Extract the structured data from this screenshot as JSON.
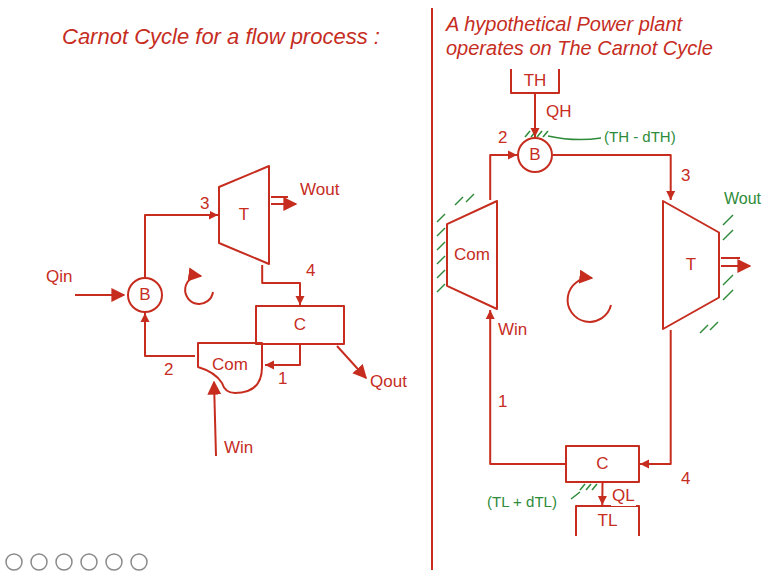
{
  "diagram": {
    "title": "Carnot Cycle for a flow process :",
    "nodes": [
      {
        "text": [
          "B"
        ]
      },
      {
        "text": [
          "T"
        ]
      },
      {
        "text": [
          "C"
        ]
      },
      {
        "text": [
          "Com"
        ]
      },
      {
        "text": [
          "TH"
        ]
      },
      {
        "text": [
          "B"
        ]
      },
      {
        "text": [
          "T"
        ]
      },
      {
        "text": [
          "C"
        ]
      },
      {
        "text": [
          "Com"
        ]
      },
      {
        "text": [
          "TL"
        ]
      }
    ],
    "edges": [
      {
        "from": 0,
        "to": 1,
        "arrow": "to",
        "label": "3"
      },
      {
        "from": 1,
        "to": 2,
        "arrow": "to",
        "label": "4"
      },
      {
        "from": 2,
        "to": 3,
        "arrow": "to",
        "label": "1"
      },
      {
        "from": 3,
        "to": 0,
        "arrow": "to",
        "label": "2"
      },
      {
        "from": 4,
        "to": 5,
        "arrow": "to",
        "label": "QH"
      },
      {
        "from": 5,
        "to": 6,
        "arrow": "to",
        "label": "3"
      },
      {
        "from": 6,
        "to": 7,
        "arrow": "to",
        "label": "4"
      },
      {
        "from": 7,
        "to": 8,
        "arrow": "to",
        "label": "1"
      },
      {
        "from": 8,
        "to": 5,
        "arrow": "to",
        "label": "2"
      },
      {
        "from": 7,
        "to": 9,
        "arrow": "to",
        "label": "QL"
      }
    ],
    "labels": [
      "A hypothetical Power plant operates on The Carnot Cycle",
      "Qin",
      "Wout",
      "Qout",
      "Win",
      "(TH - dTH)",
      "Wout",
      "Win",
      "(TL + dTL)"
    ]
  }
}
